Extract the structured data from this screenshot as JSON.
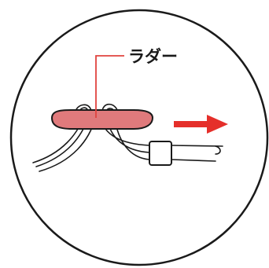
{
  "diagram": {
    "callout_label": "ラダー",
    "colors": {
      "outline": "#1a1a1a",
      "ladder_fill": "#e07a7c",
      "leader_line": "#e0443f",
      "arrow": "#e52f2a",
      "background": "#ffffff"
    },
    "icons": {
      "ladder": "ladder-shape",
      "arrow": "right-arrow-icon",
      "clip": "clip-sleeve"
    }
  }
}
